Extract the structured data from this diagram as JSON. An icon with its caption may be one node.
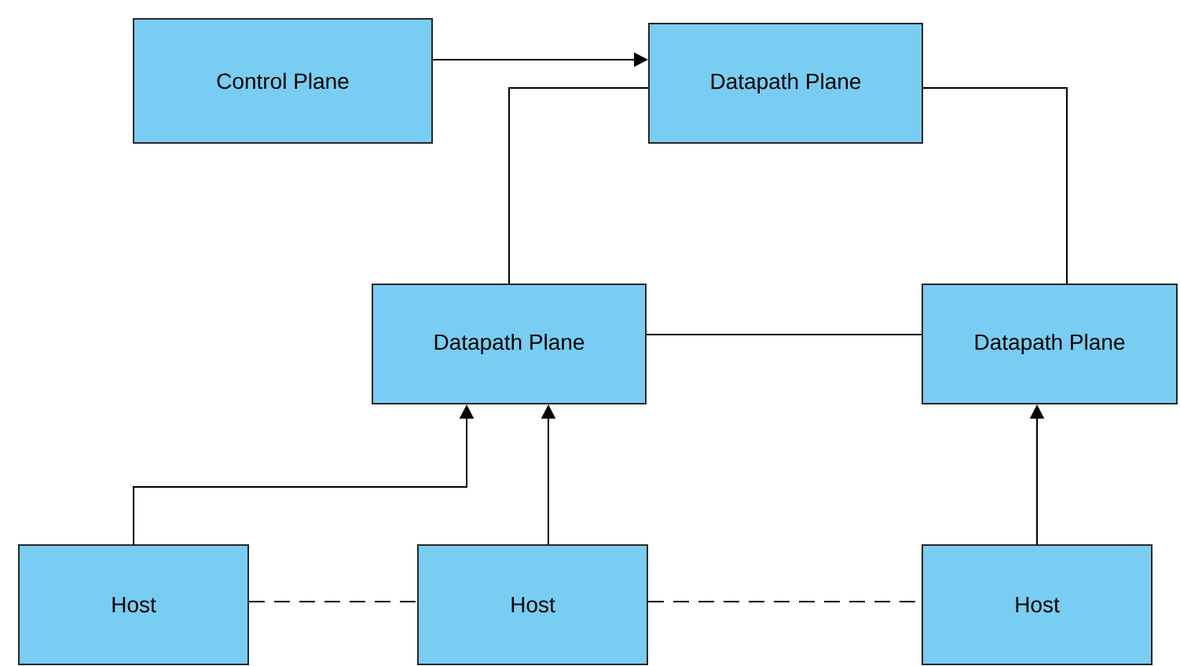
{
  "diagram": {
    "nodes": [
      {
        "text": [
          "Control Plane"
        ]
      },
      {
        "text": [
          "Datapath Plane"
        ]
      },
      {
        "text": [
          "Datapath Plane"
        ]
      },
      {
        "text": [
          "Datapath Plane"
        ]
      },
      {
        "text": [
          "Host"
        ]
      },
      {
        "text": [
          "Host"
        ]
      },
      {
        "text": [
          "Host"
        ]
      }
    ],
    "edges": [
      {
        "from": 0,
        "to": 1,
        "arrow": "to"
      },
      {
        "from": 2,
        "to": 1,
        "arrow": "none"
      },
      {
        "from": 1,
        "to": 3,
        "arrow": "none"
      },
      {
        "from": 2,
        "to": 3,
        "arrow": "none"
      },
      {
        "from": 4,
        "to": 2,
        "arrow": "to"
      },
      {
        "from": 5,
        "to": 2,
        "arrow": "to"
      },
      {
        "from": 6,
        "to": 3,
        "arrow": "to"
      },
      {
        "from": 4,
        "to": 5,
        "arrow": "none",
        "style": "dashed"
      },
      {
        "from": 5,
        "to": 6,
        "arrow": "none",
        "style": "dashed"
      }
    ]
  }
}
